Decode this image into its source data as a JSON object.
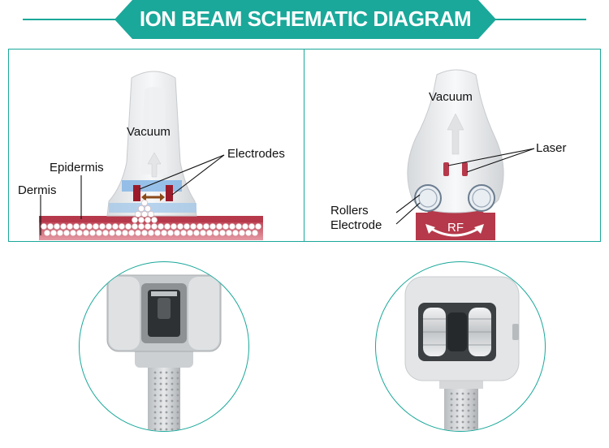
{
  "title": "ION BEAM SCHEMATIC DIAGRAM",
  "colors": {
    "accent": "#1aa89a",
    "skin": "#b5394a",
    "electrode": "#9c1b2a",
    "electrode_blue": "#4a90d6",
    "device_glass": "#e8eaec"
  },
  "left_panel": {
    "labels": {
      "vacuum": "Vacuum",
      "electrodes": "Electrodes",
      "epidermis": "Epidermis",
      "dermis": "Dermis"
    }
  },
  "right_panel": {
    "labels": {
      "vacuum": "Vacuum",
      "laser": "Laser",
      "rollers": "Rollers",
      "electrode": "Electrode",
      "rf": "RF"
    }
  },
  "photos": {
    "left": "handpiece-electrode-head-photo",
    "right": "handpiece-roller-head-photo"
  }
}
